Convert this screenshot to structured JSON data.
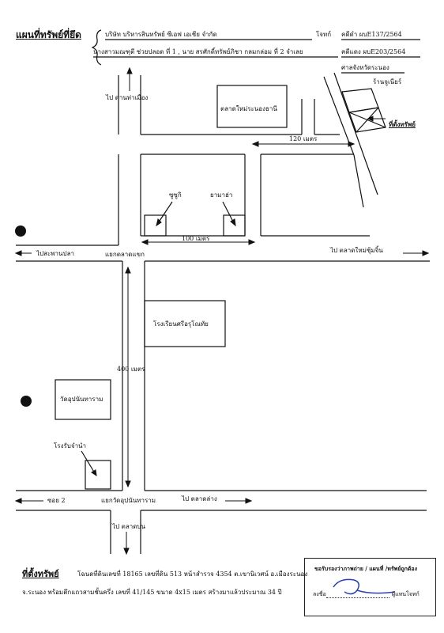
{
  "header": {
    "title": "แผนที่ทรัพย์ที่ยึด",
    "company_line": "บริษัท บริหารสินทรัพย์ ซีเอฟ เอเชีย จำกัด",
    "plaintiff_label": "โจทก์",
    "black_case": "คดีดำ ผบE137/2564",
    "defendant_line": "นางสาวมณฑุตี ช่วยปลอด ที่ 1 , นาย สรศักดิ์ทรัพย์ภิชา กลมกล่อม ที่ 2 จำเลย",
    "red_case": "คดีแดง ผบE203/2564",
    "court": "ศาลจังหวัดระนอง"
  },
  "labels": {
    "to_checkpoint": "ไป ด่านท่าเมือง",
    "new_market": "ตลาดใหม่ระนองธานี",
    "shop": "ร้านจูเนียร์",
    "property_location": "ที่ตั้งทรัพย์",
    "dist_120": "120 เมตร",
    "zuzuki": "ซูซูกิ",
    "yamaha": "ยามาฮ่า",
    "dist_100": "100 เมตร",
    "to_fish_pier": "ไปสะพานปลา",
    "intersection_market": "แยกตลาดแขก",
    "to_new_market": "ไป ตลาดใหม่ชุ้มจิ้น",
    "school": "โรงเรียนศรีอรุโณทัย",
    "dist_400": "400 เมตร",
    "temple": "วัดอุปนันทาราม",
    "pawnshop": "โรงรับจำนำ",
    "soi2": "ซอย 2",
    "intersection_temple": "แยกวัดอุปนันทาราม",
    "to_lower_market": "ไป ตลาดล่าง",
    "to_upper_market": "ไป ตลาดบน"
  },
  "footer": {
    "property_label": "ที่ตั้งทรัพย์",
    "line1": "โฉนดที่ดินเลขที่ 18165 เลขที่ดิน 513 หน้าสำรวจ 4354 ต.เขานิเวศน์ อ.เมืองระนอง",
    "line2": "จ.ระนอง พร้อมตึกแถวสามชั้นครึ่ง เลขที่ 41/145 ขนาด 4x15 เมตร สร้างมาแล้วประมาณ 34 ปี"
  },
  "stamp": {
    "title": "ขอรับรองว่าภาพถ่าย / แผนที่ /ทรัพย์ถูกต้อง",
    "sign_label": "ลงชื่อ",
    "role": "ผู้แทนโจทก์"
  }
}
